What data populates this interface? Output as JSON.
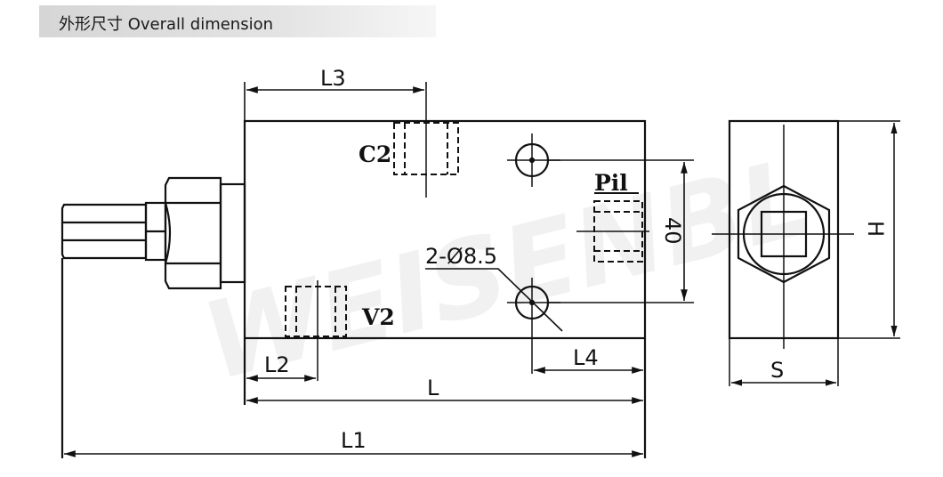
{
  "header": {
    "title": "外形尺寸 Overall dimension"
  },
  "watermark": {
    "text": "WEISENBL"
  },
  "ports": {
    "c2": "C2",
    "v2": "V2",
    "pil": "Pil"
  },
  "hole_note": "2-Ø8.5",
  "dimensions": {
    "l": "L",
    "l1": "L1",
    "l2": "L2",
    "l3": "L3",
    "l4": "L4",
    "h": "H",
    "s": "S",
    "v40": "40"
  },
  "colors": {
    "line": "#111111",
    "header_bg": "#d8d8d8"
  }
}
